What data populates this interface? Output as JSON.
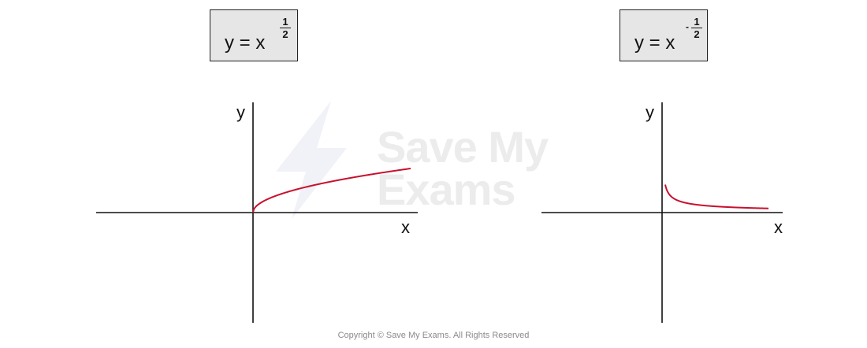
{
  "left_graph": {
    "equation_lhs": "y = ",
    "equation_base": "x",
    "exponent_sign": "",
    "exponent_numerator": "1",
    "exponent_denominator": "2",
    "y_axis_label": "y",
    "x_axis_label": "x",
    "curve_color": "#c8102e"
  },
  "right_graph": {
    "equation_lhs": "y = ",
    "equation_base": "x",
    "exponent_sign": "-",
    "exponent_numerator": "1",
    "exponent_denominator": "2",
    "y_axis_label": "y",
    "x_axis_label": "x",
    "curve_color": "#c8102e"
  },
  "watermark": {
    "line1": "Save My",
    "line2": "Exams"
  },
  "footer": {
    "copyright": "Copyright © Save My Exams. All Rights Reserved"
  }
}
